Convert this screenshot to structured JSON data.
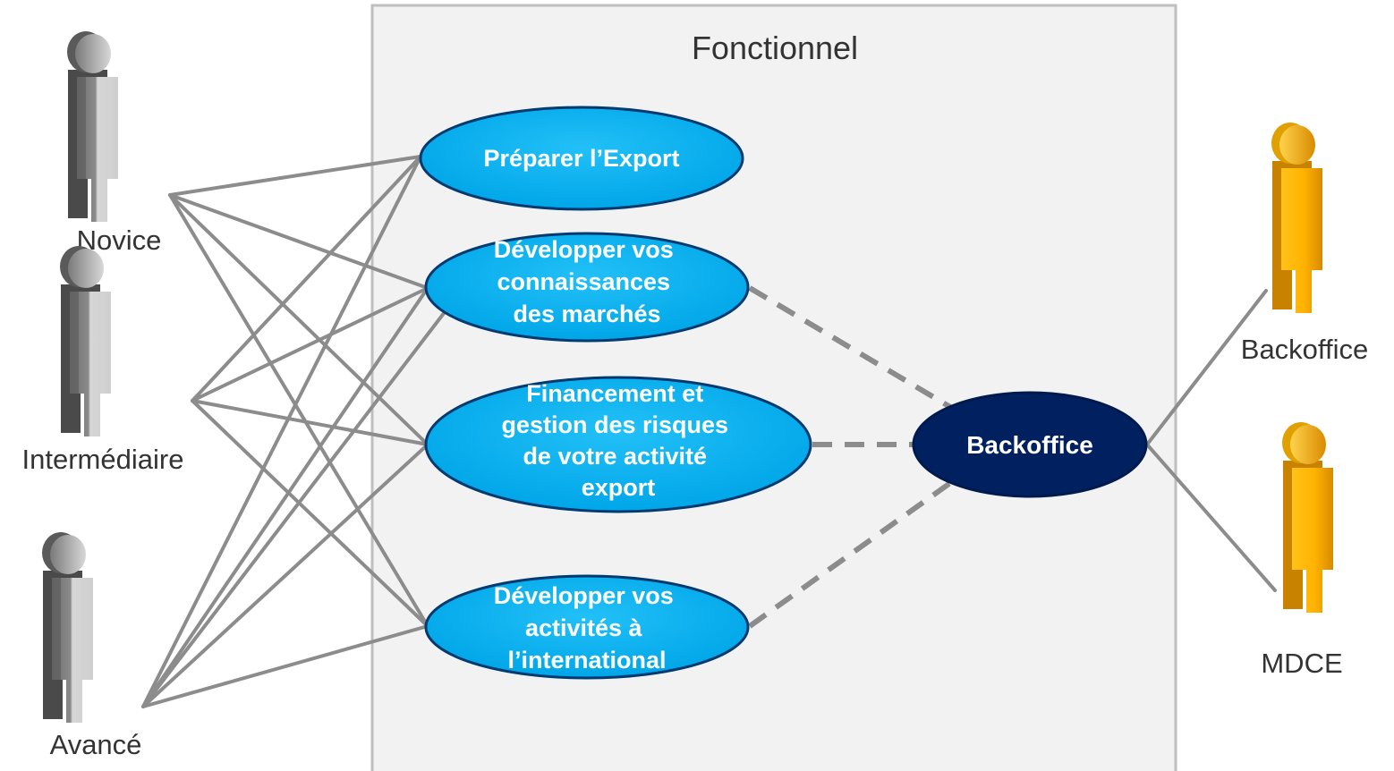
{
  "system": {
    "title": "Fonctionnel"
  },
  "actors_left": [
    {
      "id": "novice",
      "label": "Novice"
    },
    {
      "id": "intermediaire",
      "label": "Intermédiaire"
    },
    {
      "id": "avance",
      "label": "Avancé"
    }
  ],
  "actors_right": [
    {
      "id": "backoffice",
      "label": "Backoffice"
    },
    {
      "id": "mdce",
      "label": "MDCE"
    }
  ],
  "use_cases": [
    {
      "id": "preparer",
      "lines": [
        "Préparer l’Export"
      ]
    },
    {
      "id": "connaissances",
      "lines": [
        "Développer vos",
        "connaissances",
        "des marchés"
      ]
    },
    {
      "id": "financement",
      "lines": [
        "Financement et",
        "gestion des risques",
        "de votre activité",
        "export"
      ]
    },
    {
      "id": "international",
      "lines": [
        "Développer vos",
        "activités à",
        "l’international"
      ]
    }
  ],
  "backoffice_node": {
    "label": "Backoffice"
  },
  "colors": {
    "use_case_fill": "#00b0f0",
    "use_case_stroke": "#003a70",
    "backoffice_fill": "#002060",
    "connector": "#808080",
    "user_actor": "#c8c8c8",
    "staff_actor": "#ffc000",
    "system_fill": "#f2f2f2",
    "system_stroke": "#bfbfbf"
  }
}
